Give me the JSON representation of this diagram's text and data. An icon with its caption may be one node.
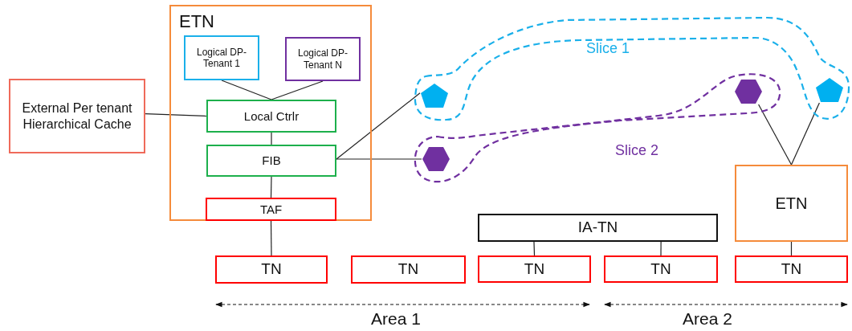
{
  "diagram": {
    "nodes": [
      {
        "text": [
          "ETN"
        ]
      },
      {
        "text": [
          "Logical DP-Tenant 1"
        ],
        "in": 0
      },
      {
        "text": [
          "Logical DP-Tenant N"
        ],
        "in": 0
      },
      {
        "text": [
          "External Per tenant Hierarchical Cache"
        ]
      },
      {
        "text": [
          "Local Ctrlr"
        ],
        "in": 0
      },
      {
        "text": [
          "FIB"
        ],
        "in": 0
      },
      {
        "text": [
          "TAF"
        ],
        "in": 0
      },
      {
        "text": [
          "Slice 1"
        ]
      },
      {
        "text": [],
        "shape": "pentagon",
        "in": 7
      },
      {
        "text": [],
        "shape": "hexagon",
        "in": 11
      },
      {
        "text": [],
        "shape": "pentagon",
        "in": 7
      },
      {
        "text": [
          "Slice 2"
        ]
      },
      {
        "text": [],
        "shape": "hexagon",
        "in": 11
      },
      {
        "text": [
          "ETN"
        ]
      },
      {
        "text": [
          "IA-TN"
        ]
      },
      {
        "text": [
          "TN"
        ]
      },
      {
        "text": [
          "TN"
        ]
      },
      {
        "text": [
          "TN"
        ]
      },
      {
        "text": [
          "TN"
        ]
      },
      {
        "text": [
          "TN"
        ]
      }
    ],
    "edges": [
      {
        "from": 1,
        "to": 4,
        "arrow": "none"
      },
      {
        "from": 2,
        "to": 4,
        "arrow": "none"
      },
      {
        "from": 3,
        "to": 4,
        "arrow": "none"
      },
      {
        "from": 4,
        "to": 5,
        "arrow": "none"
      },
      {
        "from": 5,
        "to": 6,
        "arrow": "none"
      },
      {
        "from": 6,
        "to": 15,
        "arrow": "none"
      },
      {
        "from": 5,
        "to": 8,
        "arrow": "none"
      },
      {
        "from": 5,
        "to": 12,
        "arrow": "none"
      },
      {
        "from": 13,
        "to": 9,
        "arrow": "none"
      },
      {
        "from": 13,
        "to": 10,
        "arrow": "none"
      },
      {
        "from": 14,
        "to": 17,
        "arrow": "none"
      },
      {
        "from": 14,
        "to": 18,
        "arrow": "none"
      },
      {
        "from": 13,
        "to": 19,
        "arrow": "none"
      }
    ],
    "labels": [
      "Area 1",
      "Area 2"
    ]
  }
}
